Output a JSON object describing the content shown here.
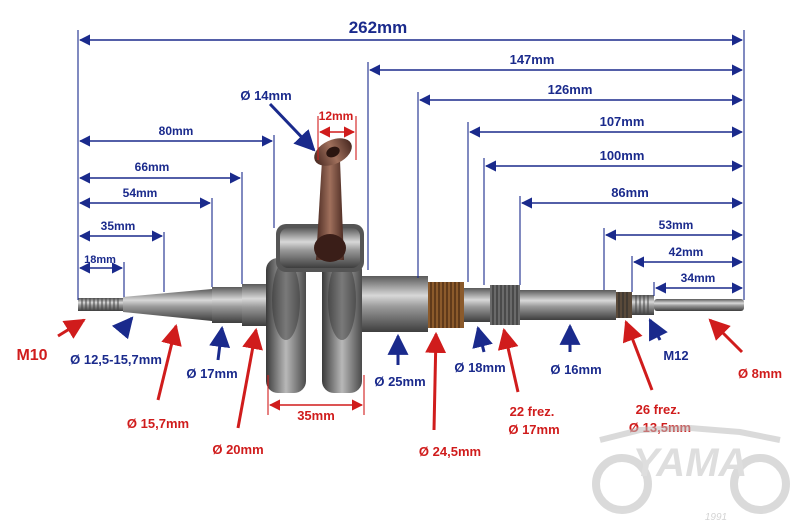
{
  "dimensions": {
    "total": "262mm",
    "d147": "147mm",
    "d126": "126mm",
    "d107": "107mm",
    "d100": "100mm",
    "d86": "86mm",
    "d53": "53mm",
    "d42": "42mm",
    "d34": "34mm",
    "d80": "80mm",
    "d66": "66mm",
    "d54": "54mm",
    "d35": "35mm",
    "d18": "18mm",
    "rod_width": "12mm",
    "web_width": "35mm"
  },
  "blue_callouts": {
    "rod_end": "Ø 14mm",
    "taper": "Ø 12,5-15,7mm",
    "journal17": "Ø 17mm",
    "journal25": "Ø 25mm",
    "journal18": "Ø 18mm",
    "journal16": "Ø 16mm",
    "thread_m12": "M12"
  },
  "red_callouts": {
    "thread_m10": "M10",
    "d157": "Ø 15,7mm",
    "d20": "Ø 20mm",
    "d245": "Ø 24,5mm",
    "spline22_a": "22 frez.",
    "spline22_b": "Ø 17mm",
    "spline26_a": "26 frez.",
    "spline26_b": "Ø 13,5mm",
    "d8": "Ø 8mm"
  },
  "logo": {
    "text": "YAMA",
    "year": "1991"
  },
  "colors": {
    "blue": "#1a2a8c",
    "red": "#d01c1c",
    "steel": "#8a8a8a",
    "rod": "#7a4a3a"
  }
}
